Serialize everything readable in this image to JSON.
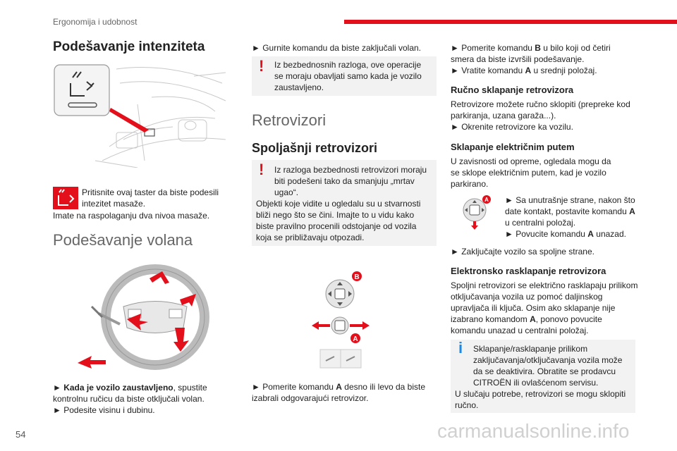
{
  "header": {
    "breadcrumb": "Ergonomija i udobnost"
  },
  "page_number": "54",
  "footer_url": "carmanualsonline.info",
  "colors": {
    "accent": "#e3101b",
    "info": "#1e88e5",
    "box_bg": "#f2f2f2"
  },
  "col1": {
    "title": "Podešavanje intenziteta",
    "massage_text_1": "Pritisnite ovaj taster da biste podesili intezitet masaže.",
    "massage_text_2": "Imate na raspolaganju dva nivoa masaže.",
    "steering_title": "Podešavanje volana",
    "step1_bold": "Kada je vozilo zaustavljeno",
    "step1_rest": ", spustite kontrolnu ručicu da biste otključali volan.",
    "step2": "Podesite visinu i dubinu."
  },
  "col2": {
    "step_lock": "Gurnite komandu da biste zaključali volan.",
    "warn1": "Iz bezbednosnih razloga, ove operacije se moraju obavljati samo kada je vozilo zaustavljeno.",
    "mirrors_title": "Retrovizori",
    "outside_title": "Spoljašnji retrovizori",
    "warn2": "Iz razloga bezbednosti retrovizori moraju biti podešeni tako da smanjuju „mrtav ugao“.",
    "warn2_b": "Objekti koje vidite u ogledalu su u stvarnosti bliži nego što se čini. Imajte to u vidu kako biste pravilno procenili odstojanje od vozila koja se približavaju otpozadi.",
    "label_b": "B",
    "label_a": "A",
    "step_move_pre": "Pomerite komandu ",
    "step_move_a": "A",
    "step_move_post": " desno ili levo da biste izabrali odgovarajući retrovizor."
  },
  "col3": {
    "step_b_pre": "Pomerite komandu ",
    "step_b_b": "B",
    "step_b_post": " u bilo koji od četiri smera da biste izvršili podešavanje.",
    "step_return_pre": "Vratite komandu ",
    "step_return_a": "A",
    "step_return_post": " u srednji položaj.",
    "manual_title": "Ručno sklapanje retrovizora",
    "manual_text": "Retrovizore možete ručno sklopiti (prepreke kod parkiranja, uzana garaža...).",
    "manual_step": "Okrenite retrovizore ka vozilu.",
    "electric_title": "Sklapanje električnim putem",
    "electric_text": "U zavisnosti od opreme, ogledala mogu da se sklope električnim putem, kad je vozilo parkirano.",
    "elec_step1": "Sa unutrašnje strane, nakon što date kontakt, postavite komandu ",
    "elec_step1_a": "A",
    "elec_step1_post": " u centralni položaj.",
    "elec_step2_pre": "Povucite komandu ",
    "elec_step2_a": "A",
    "elec_step2_post": " unazad.",
    "lock_step": "Zaključajte vozilo sa spoljne strane.",
    "auto_title": "Elektronsko rasklapanje retrovizora",
    "auto_text_1": "Spoljni retrovizori se električno rasklapaju prilikom otključavanja vozila uz pomoć daljinskog upravljača ili ključa. Osim ako sklapanje nije izabrano komandom ",
    "auto_text_a": "A",
    "auto_text_2": ", ponovo povucite komandu unazad u centralni položaj.",
    "info_1": "Sklapanje/rasklapanje prilikom zaključavanja/otključavanja vozila može da se deaktivira. Obratite se prodavcu CITROËN ili ovlašćenom servisu.",
    "info_2": "U slučaju potrebe, retrovizori se mogu sklopiti ručno.",
    "label_a": "A"
  }
}
